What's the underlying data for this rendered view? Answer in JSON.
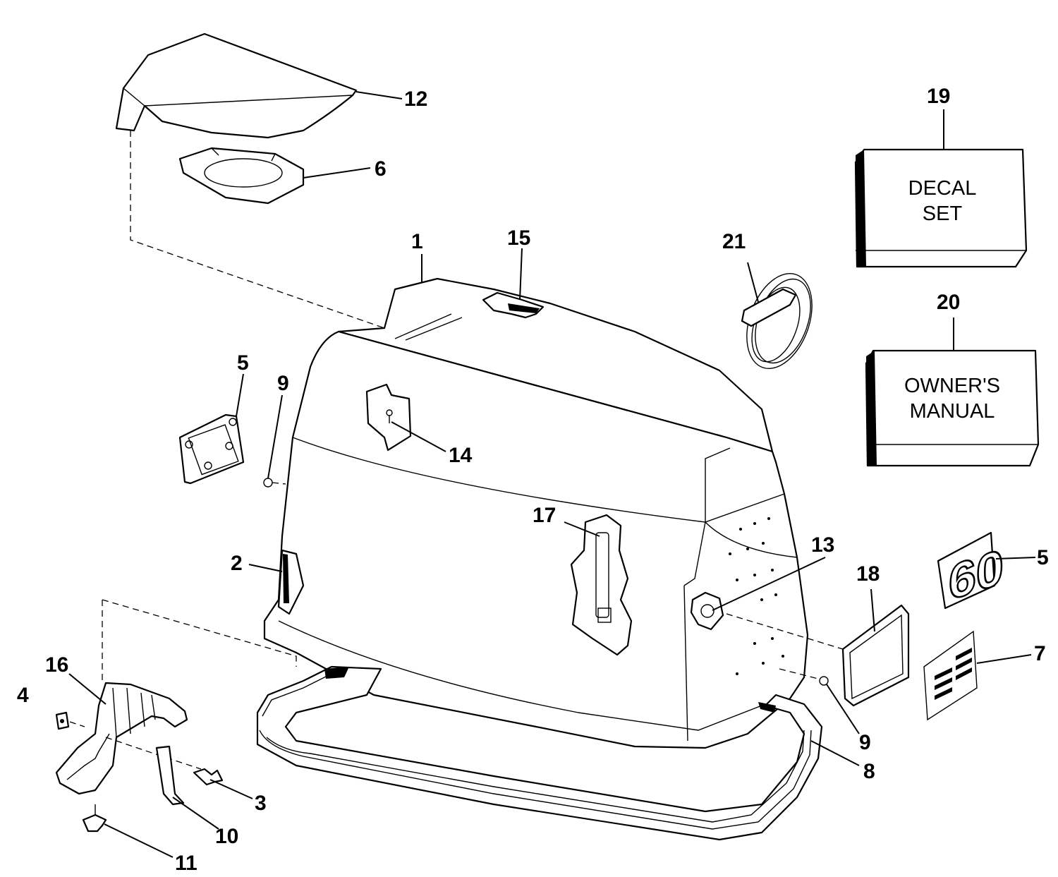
{
  "callouts": {
    "c1": "1",
    "c2": "2",
    "c3": "3",
    "c4": "4",
    "c5a": "5",
    "c5b": "5",
    "c6": "6",
    "c7": "7",
    "c8": "8",
    "c9a": "9",
    "c9b": "9",
    "c10": "10",
    "c11": "11",
    "c12": "12",
    "c13": "13",
    "c14": "14",
    "c15": "15",
    "c16": "16",
    "c17": "17",
    "c18": "18",
    "c19": "19",
    "c20": "20",
    "c21": "21"
  },
  "decal_box": {
    "line1": "DECAL",
    "line2": "SET"
  },
  "manual_box": {
    "line1": "OWNER'S",
    "line2": "MANUAL"
  },
  "decal_60": "60"
}
